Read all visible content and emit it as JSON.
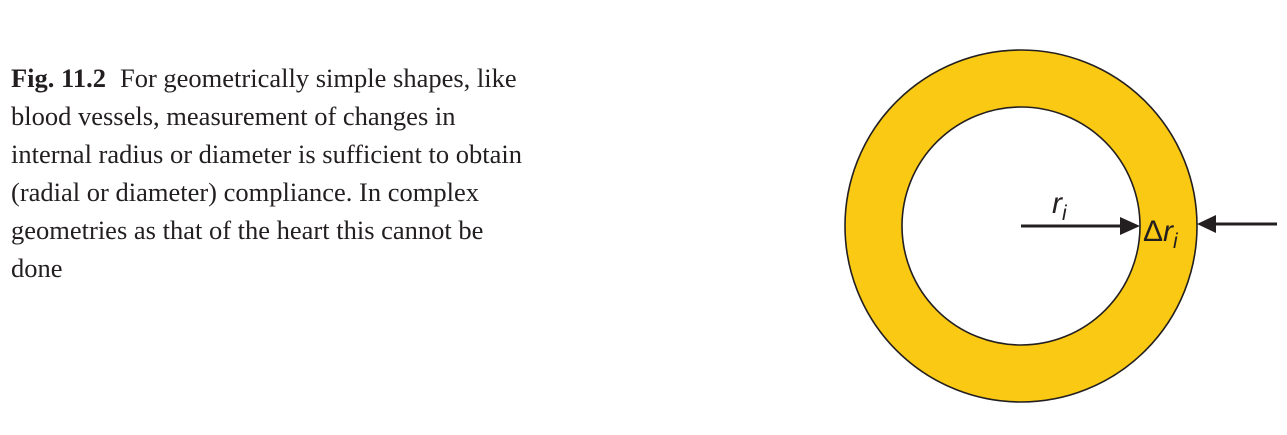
{
  "caption": {
    "label": "Fig. 11.2",
    "text": "For geometrically simple shapes, like blood vessels, measurement of changes in internal radius or diameter is sufficient to obtain (radial or diameter) compliance. In complex geometries as that of the heart this cannot be done"
  },
  "diagram": {
    "inner_radius_label": {
      "main": "r",
      "sub": "i"
    },
    "wall_thickness_label": {
      "prefix": "Δ",
      "main": "r",
      "sub": "i"
    },
    "colors": {
      "ring_fill": "#f9c913",
      "ring_stroke": "#231f20",
      "inner_fill": "#ffffff",
      "arrow": "#231f20"
    }
  }
}
